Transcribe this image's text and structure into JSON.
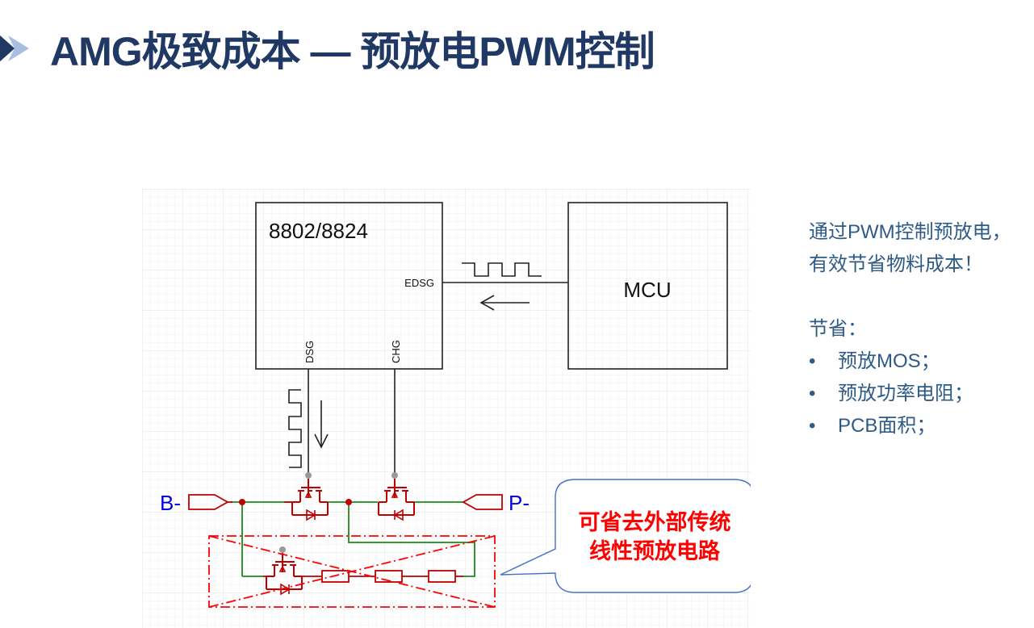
{
  "title": "AMG极致成本 — 预放电PWM控制",
  "colors": {
    "title": "#1f3864",
    "title_arrow_dark": "#1f3864",
    "title_arrow_light": "#a9bde0",
    "side_text": "#2e5a86",
    "component_red": "#c00000",
    "wire_green": "#1a8a1a",
    "terminal_blue": "#0000e0",
    "callout_text": "#ff0000",
    "callout_border": "#4472c4",
    "cross_red": "#ff0000"
  },
  "diagram": {
    "chip_label": "8802/8824",
    "edsg_pin": "EDSG",
    "dsg_pin": "DSG",
    "chg_pin": "CHG",
    "mcu_label": "MCU",
    "terminal_left": "B-",
    "terminal_right": "P-",
    "callout_line1": "可省去外部传统",
    "callout_line2": "线性预放电路"
  },
  "side": {
    "intro_line1": "通过PWM控制预放电，",
    "intro_line2": "有效节省物料成本！",
    "savings_heading": "节省：",
    "bullet_symbol": "•",
    "items": [
      {
        "label": "预放MOS；"
      },
      {
        "label": "预放功率电阻；"
      },
      {
        "label": "PCB面积；"
      }
    ]
  }
}
